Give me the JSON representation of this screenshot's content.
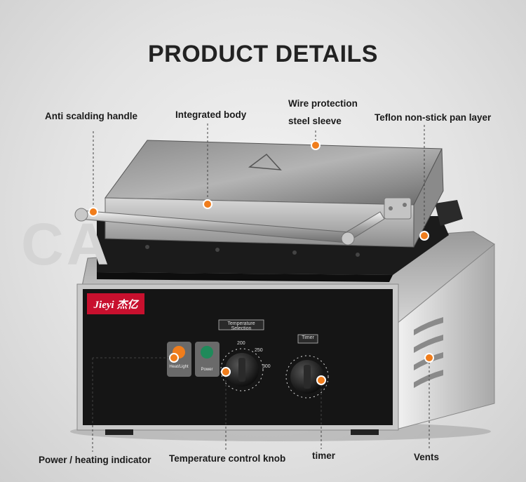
{
  "title": "PRODUCT DETAILS",
  "watermark": "CA",
  "brand": "Jieyi",
  "brand_chinese": "杰亿",
  "panel_label_temperature": "Temperature Selection",
  "panel_label_timer": "Timer",
  "dial_ticks": [
    "200",
    "250",
    "300"
  ],
  "lamp_labels": {
    "heating": "Heat/Light",
    "power": "Power"
  },
  "callouts": {
    "anti_scalding_handle": "Anti scalding handle",
    "integrated_body": "Integrated body",
    "wire_protection_line1": "Wire protection",
    "wire_protection_line2": "steel sleeve",
    "teflon_layer": "Teflon non-stick pan layer",
    "power_indicator": "Power / heating indicator",
    "temperature_knob": "Temperature control knob",
    "timer": "timer",
    "vents": "Vents"
  },
  "colors": {
    "accent": "#f07d1c",
    "brand_red": "#c8102e",
    "panel_black": "#151515",
    "steel": "#b9b9b9"
  }
}
